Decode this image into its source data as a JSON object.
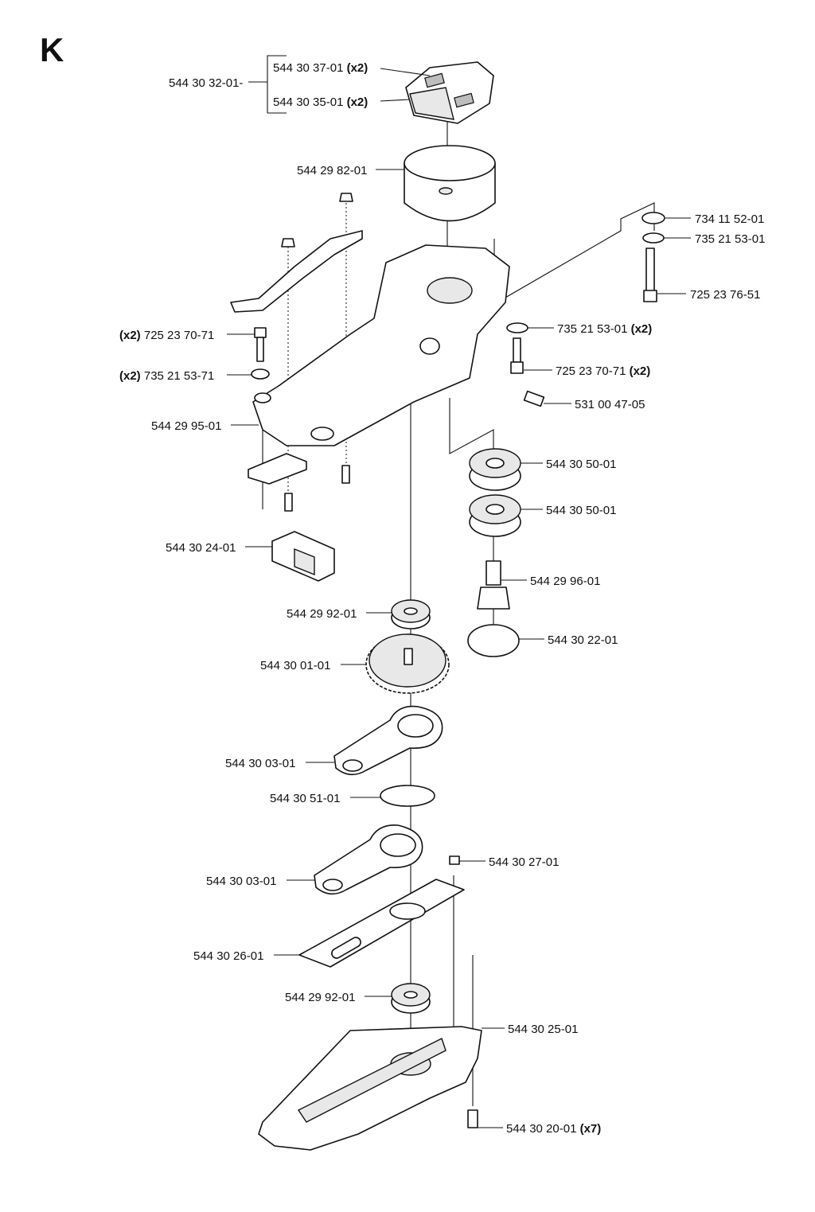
{
  "page_letter": "K",
  "labels": [
    {
      "id": "l1",
      "part": "544 30 37-01",
      "qty": "(x2)"
    },
    {
      "id": "l2",
      "part": "544 30 32-01-",
      "qty": ""
    },
    {
      "id": "l3",
      "part": "544 30 35-01",
      "qty": "(x2)"
    },
    {
      "id": "l4",
      "part": "544 29 82-01",
      "qty": ""
    },
    {
      "id": "l5",
      "part": "734 11 52-01",
      "qty": ""
    },
    {
      "id": "l6",
      "part": "735 21 53-01",
      "qty": ""
    },
    {
      "id": "l7",
      "part": "725 23 76-51",
      "qty": ""
    },
    {
      "id": "l8",
      "part": "725 23 70-71",
      "qty": "(x2)"
    },
    {
      "id": "l9",
      "part": "735 21 53-01",
      "qty": "(x2)"
    },
    {
      "id": "l10",
      "part": "735 21 53-71",
      "qty": "(x2)"
    },
    {
      "id": "l11",
      "part": "725 23 70-71",
      "qty": "(x2)"
    },
    {
      "id": "l12",
      "part": "531 00 47-05",
      "qty": ""
    },
    {
      "id": "l13",
      "part": "544 29 95-01",
      "qty": ""
    },
    {
      "id": "l14",
      "part": "544 30 50-01",
      "qty": ""
    },
    {
      "id": "l15",
      "part": "544 30 50-01",
      "qty": ""
    },
    {
      "id": "l16",
      "part": "544 30 24-01",
      "qty": ""
    },
    {
      "id": "l17",
      "part": "544 29 96-01",
      "qty": ""
    },
    {
      "id": "l18",
      "part": "544 29 92-01",
      "qty": ""
    },
    {
      "id": "l19",
      "part": "544 30 22-01",
      "qty": ""
    },
    {
      "id": "l20",
      "part": "544 30 01-01",
      "qty": ""
    },
    {
      "id": "l21",
      "part": "544 30 03-01",
      "qty": ""
    },
    {
      "id": "l22",
      "part": "544 30 51-01",
      "qty": ""
    },
    {
      "id": "l23",
      "part": "544 30 27-01",
      "qty": ""
    },
    {
      "id": "l24",
      "part": "544 30 03-01",
      "qty": ""
    },
    {
      "id": "l25",
      "part": "544 30 26-01",
      "qty": ""
    },
    {
      "id": "l26",
      "part": "544 29 92-01",
      "qty": ""
    },
    {
      "id": "l27",
      "part": "544 30 25-01",
      "qty": ""
    },
    {
      "id": "l28",
      "part": "544 30 20-01",
      "qty": "(x7)"
    }
  ]
}
